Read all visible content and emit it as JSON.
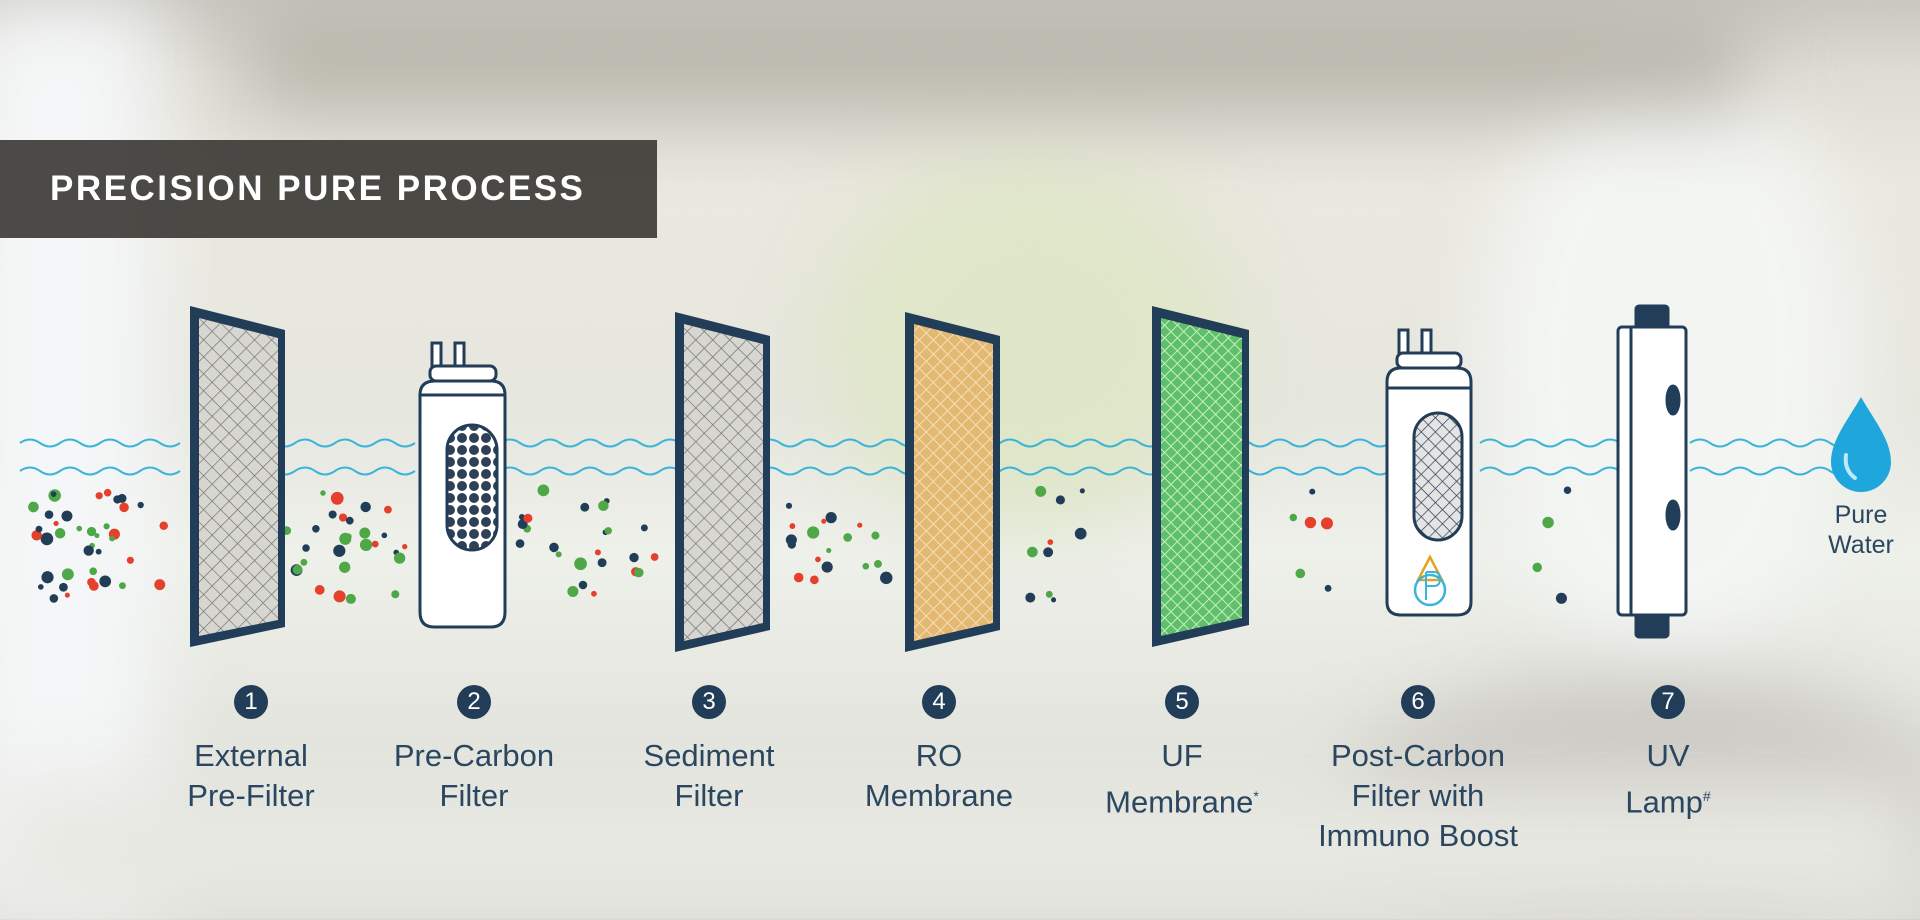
{
  "title": "PRECISION PURE PROCESS",
  "output_label": [
    "Pure",
    "Water"
  ],
  "colors": {
    "navy": "#223d57",
    "water": "#3ab4d8",
    "red": "#e5402b",
    "green": "#4ea847",
    "banner": "#3e3c38"
  },
  "stages": [
    {
      "number": "1",
      "lines": [
        "External",
        "Pre-Filter"
      ],
      "sup": "",
      "icon": "mesh-panel-icon"
    },
    {
      "number": "2",
      "lines": [
        "Pre-Carbon",
        "Filter"
      ],
      "sup": "",
      "icon": "carbon-cartridge-icon"
    },
    {
      "number": "3",
      "lines": [
        "Sediment",
        "Filter"
      ],
      "sup": "",
      "icon": "mesh-panel-icon"
    },
    {
      "number": "4",
      "lines": [
        "RO",
        "Membrane"
      ],
      "sup": "",
      "icon": "ro-membrane-icon"
    },
    {
      "number": "5",
      "lines": [
        "UF",
        "Membrane"
      ],
      "sup": "*",
      "icon": "uf-membrane-icon"
    },
    {
      "number": "6",
      "lines": [
        "Post-Carbon",
        "Filter with",
        "Immuno Boost"
      ],
      "sup": "",
      "icon": "post-carbon-cartridge-icon"
    },
    {
      "number": "7",
      "lines": [
        "UV",
        "Lamp"
      ],
      "sup": "#",
      "icon": "uv-lamp-icon"
    }
  ]
}
